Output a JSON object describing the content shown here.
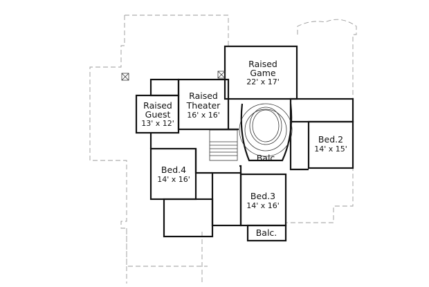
{
  "rooms": {
    "game": {
      "name_1": "Raised",
      "name_2": "Game",
      "size": "22' x 17'"
    },
    "theater": {
      "name_1": "Raised",
      "name_2": "Theater",
      "size": "16' x 16'"
    },
    "guest": {
      "name_1": "Raised",
      "name_2": "Guest",
      "size": "13' x 12'"
    },
    "bed2": {
      "name": "Bed.2",
      "size": "14' x 15'"
    },
    "bed3": {
      "name": "Bed.3",
      "size": "14' x 16'"
    },
    "bed4": {
      "name": "Bed.4",
      "size": "14' x 16'"
    },
    "balcony_center": {
      "name": "Balc."
    },
    "balcony_bed3": {
      "name": "Balc."
    }
  }
}
